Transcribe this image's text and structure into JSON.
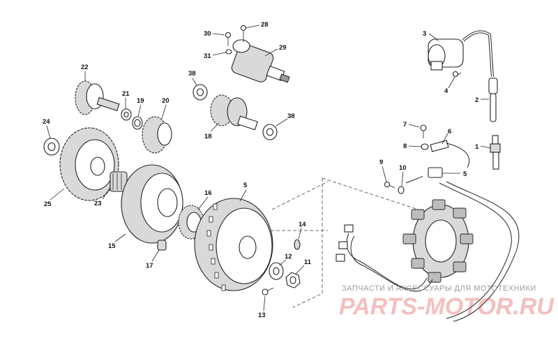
{
  "diagram": {
    "callouts": [
      {
        "id": "c1",
        "text": "1"
      },
      {
        "id": "c2",
        "text": "2"
      },
      {
        "id": "c3",
        "text": "3"
      },
      {
        "id": "c4",
        "text": "4"
      },
      {
        "id": "c5a",
        "text": "5"
      },
      {
        "id": "c5b",
        "text": "5"
      },
      {
        "id": "c6",
        "text": "6"
      },
      {
        "id": "c7",
        "text": "7"
      },
      {
        "id": "c8",
        "text": "8"
      },
      {
        "id": "c9",
        "text": "9"
      },
      {
        "id": "c10",
        "text": "10"
      },
      {
        "id": "c11",
        "text": "11"
      },
      {
        "id": "c12",
        "text": "12"
      },
      {
        "id": "c13",
        "text": "13"
      },
      {
        "id": "c14",
        "text": "14"
      },
      {
        "id": "c15",
        "text": "15"
      },
      {
        "id": "c16",
        "text": "16"
      },
      {
        "id": "c17",
        "text": "17"
      },
      {
        "id": "c18",
        "text": "18"
      },
      {
        "id": "c19",
        "text": "19"
      },
      {
        "id": "c20",
        "text": "20"
      },
      {
        "id": "c21",
        "text": "21"
      },
      {
        "id": "c22",
        "text": "22"
      },
      {
        "id": "c23",
        "text": "23"
      },
      {
        "id": "c24",
        "text": "24"
      },
      {
        "id": "c25",
        "text": "25"
      },
      {
        "id": "c28",
        "text": "28"
      },
      {
        "id": "c29",
        "text": "29"
      },
      {
        "id": "c30",
        "text": "30"
      },
      {
        "id": "c31",
        "text": "31"
      },
      {
        "id": "c38a",
        "text": "38"
      },
      {
        "id": "c38b",
        "text": "38"
      }
    ]
  },
  "watermark": {
    "subtitle": "ЗАПЧАСТИ И АКСЕССУАРЫ ДЛЯ МОТОТЕХНИКИ",
    "main": "PARTS-MOTOR.RU"
  },
  "colors": {
    "line": "#222222",
    "watermark_red": "#e24747",
    "watermark_gray": "#9c9c9c"
  }
}
